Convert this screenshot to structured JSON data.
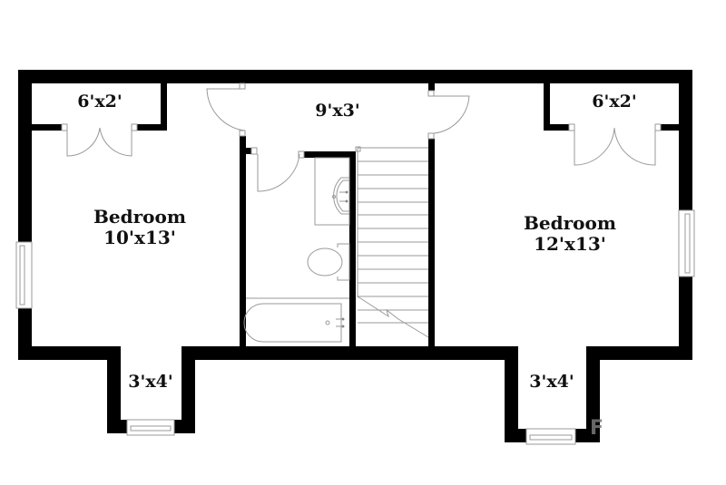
{
  "floor_plan": {
    "rooms": [
      {
        "id": "closet-left",
        "name": "",
        "dimensions": "6'x2'"
      },
      {
        "id": "hallway",
        "name": "",
        "dimensions": "9'x3'"
      },
      {
        "id": "closet-right",
        "name": "",
        "dimensions": "6'x2'"
      },
      {
        "id": "bedroom-left",
        "name": "Bedroom",
        "dimensions": "10'x13'"
      },
      {
        "id": "bedroom-right",
        "name": "Bedroom",
        "dimensions": "12'x13'"
      },
      {
        "id": "bay-left",
        "name": "",
        "dimensions": "3'x4'"
      },
      {
        "id": "bay-right",
        "name": "",
        "dimensions": "3'x4'"
      }
    ],
    "fixtures": [
      "sink-icon",
      "toilet-icon",
      "bathtub-icon",
      "staircase-icon"
    ],
    "colors": {
      "wall": "#000000",
      "fixture_line": "#9a9a9a",
      "background": "#ffffff",
      "watermark": "#7a7a7a"
    },
    "watermark": "F"
  }
}
